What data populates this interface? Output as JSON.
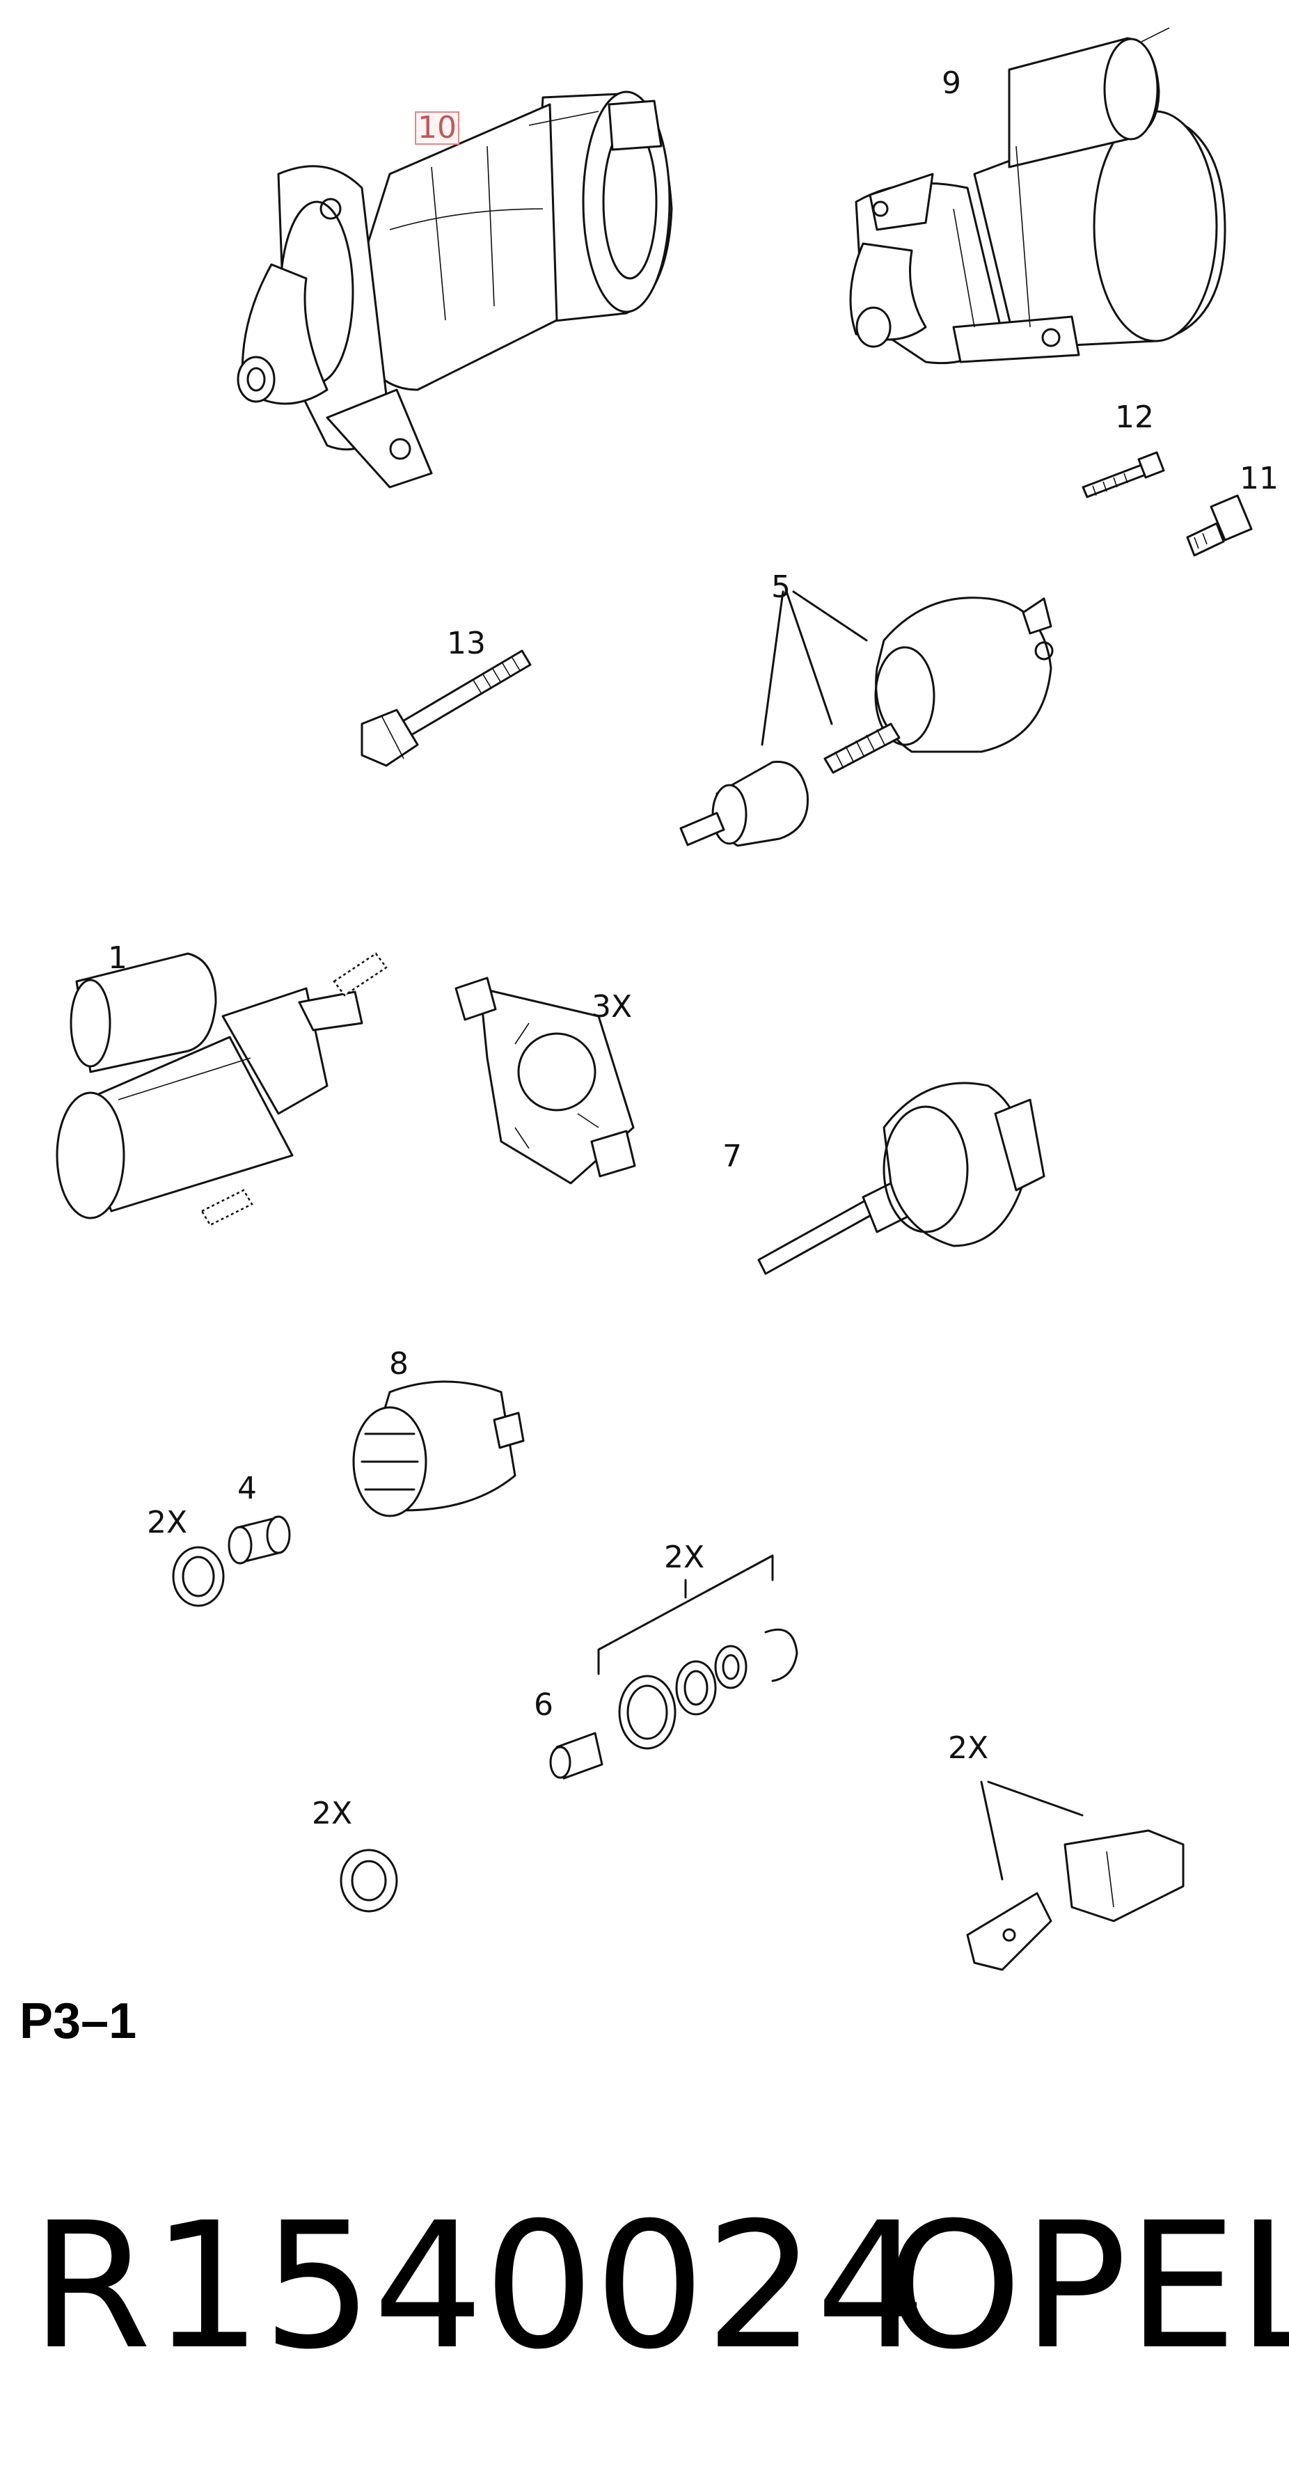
{
  "callouts": {
    "c10": "10",
    "c9": "9",
    "c12": "12",
    "c11": "11",
    "c5": "5",
    "c13": "13",
    "c1": "1",
    "c3x": "3X",
    "c7": "7",
    "c8": "8",
    "c4": "4",
    "c2x_bushing": "2X",
    "c2x_rings": "2X",
    "c6": "6",
    "c2x_washer": "2X",
    "c2x_terminal": "2X"
  },
  "sheet_code": "P3–1",
  "part_number": "R1540024",
  "brand": "OPEL"
}
